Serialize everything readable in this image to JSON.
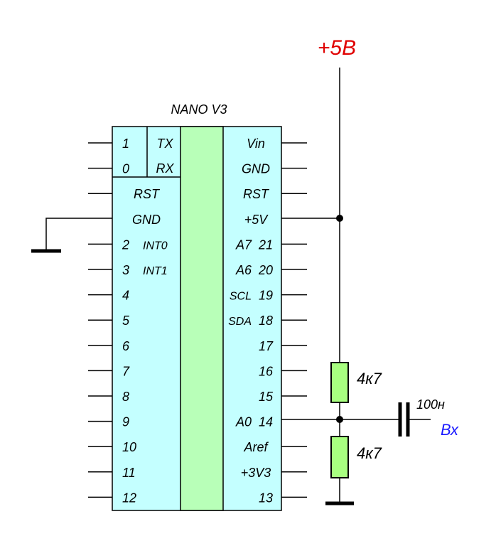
{
  "chip": {
    "title": "NANO V3",
    "tx": "TX",
    "rx": "RX",
    "left_pins": [
      {
        "num": "1",
        "func": ""
      },
      {
        "num": "0",
        "func": ""
      },
      {
        "num": "",
        "func": "RST"
      },
      {
        "num": "",
        "func": "GND"
      },
      {
        "num": "2",
        "func": "INT0"
      },
      {
        "num": "3",
        "func": "INT1"
      },
      {
        "num": "4",
        "func": ""
      },
      {
        "num": "5",
        "func": ""
      },
      {
        "num": "6",
        "func": ""
      },
      {
        "num": "7",
        "func": ""
      },
      {
        "num": "8",
        "func": ""
      },
      {
        "num": "9",
        "func": ""
      },
      {
        "num": "10",
        "func": ""
      },
      {
        "num": "11",
        "func": ""
      },
      {
        "num": "12",
        "func": ""
      }
    ],
    "right_pins": [
      {
        "func": "Vin",
        "num": ""
      },
      {
        "func": "GND",
        "num": ""
      },
      {
        "func": "RST",
        "num": ""
      },
      {
        "func": "+5V",
        "num": ""
      },
      {
        "func": "A7",
        "num": "21"
      },
      {
        "func": "A6",
        "num": "20"
      },
      {
        "func": "SCL",
        "num": "19"
      },
      {
        "func": "SDA",
        "num": "18"
      },
      {
        "func": "",
        "num": "17"
      },
      {
        "func": "",
        "num": "16"
      },
      {
        "func": "",
        "num": "15"
      },
      {
        "func": "A0",
        "num": "14"
      },
      {
        "func": "Aref",
        "num": ""
      },
      {
        "func": "+3V3",
        "num": ""
      },
      {
        "func": "",
        "num": "13"
      }
    ]
  },
  "power": {
    "label": "+5В",
    "color": "#e00000"
  },
  "resistor_top": {
    "value": "4к7"
  },
  "resistor_bottom": {
    "value": "4к7"
  },
  "capacitor": {
    "value": "100н"
  },
  "input": {
    "label": "Вх",
    "color": "#1a1aff"
  },
  "colors": {
    "chip_body": "#c4ffff",
    "chip_center": "#b8ffb8",
    "resistor": "#a8ff80"
  }
}
